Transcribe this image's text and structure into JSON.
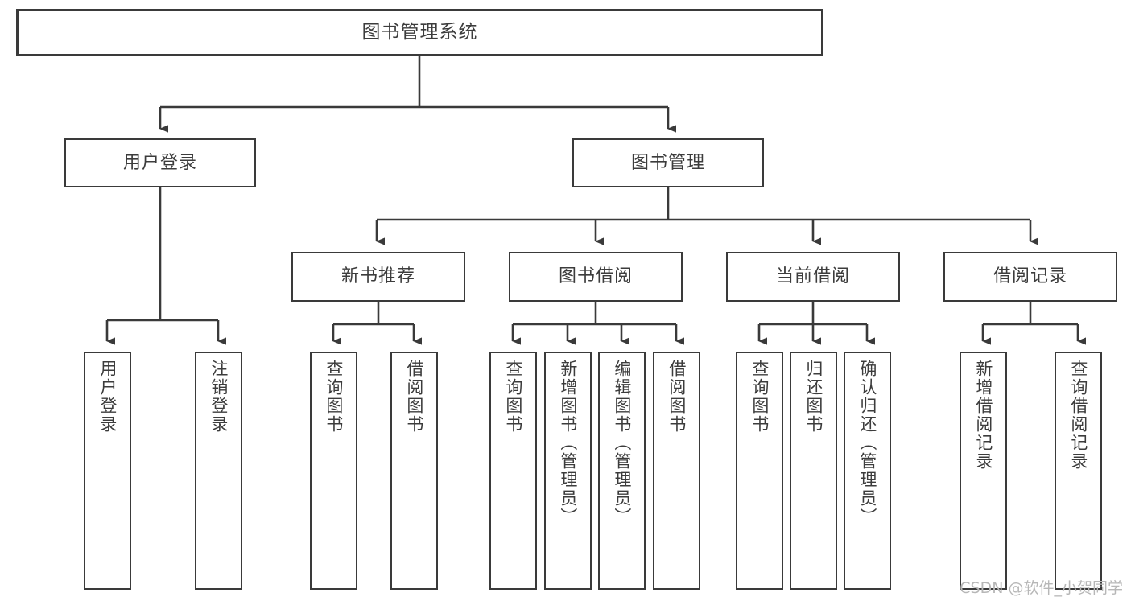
{
  "diagram": {
    "title": "图书管理系统",
    "type": "tree-hierarchy-diagram",
    "colors": {
      "box_border": "#3a3a3a",
      "box_fill": "#ffffff",
      "text": "#3c3c3c",
      "connector": "#3a3a3a",
      "watermark": "#b7b7b7",
      "background": "#ffffff"
    }
  },
  "root": {
    "label": "图书管理系统"
  },
  "level1": [
    {
      "label": "用户登录"
    },
    {
      "label": "图书管理"
    }
  ],
  "level2": [
    {
      "label": "新书推荐"
    },
    {
      "label": "图书借阅"
    },
    {
      "label": "当前借阅"
    },
    {
      "label": "借阅记录"
    }
  ],
  "leaves": {
    "user_login": [
      {
        "label": "用户登录"
      },
      {
        "label": "注销登录"
      }
    ],
    "new_book_recommend": [
      {
        "label": "查询图书"
      },
      {
        "label": "借阅图书"
      }
    ],
    "book_borrow": [
      {
        "label": "查询图书"
      },
      {
        "label": "新增图书（管理员）"
      },
      {
        "label": "编辑图书（管理员）"
      },
      {
        "label": "借阅图书"
      }
    ],
    "current_borrow": [
      {
        "label": "查询图书"
      },
      {
        "label": "归还图书"
      },
      {
        "label": "确认归还（管理员）"
      }
    ],
    "borrow_record": [
      {
        "label": "新增借阅记录"
      },
      {
        "label": "查询借阅记录"
      }
    ]
  },
  "watermark": {
    "text": "CSDN @软件_小贺同学"
  }
}
